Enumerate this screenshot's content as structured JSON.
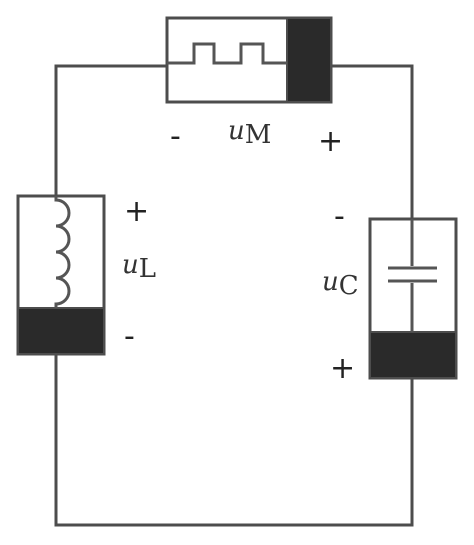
{
  "memristor": {
    "label_var": "u",
    "label_sub": "M",
    "left_sign": "-",
    "right_sign": "+"
  },
  "inductor": {
    "label_var": "u",
    "label_sub": "L",
    "top_sign": "+",
    "bottom_sign": "-"
  },
  "capacitor": {
    "label_var": "u",
    "label_sub": "C",
    "top_sign": "-",
    "bottom_sign": "+"
  },
  "colors": {
    "wire": "#4d4d4d",
    "terminal_band": "#2a2a2a",
    "background": "#ffffff"
  }
}
